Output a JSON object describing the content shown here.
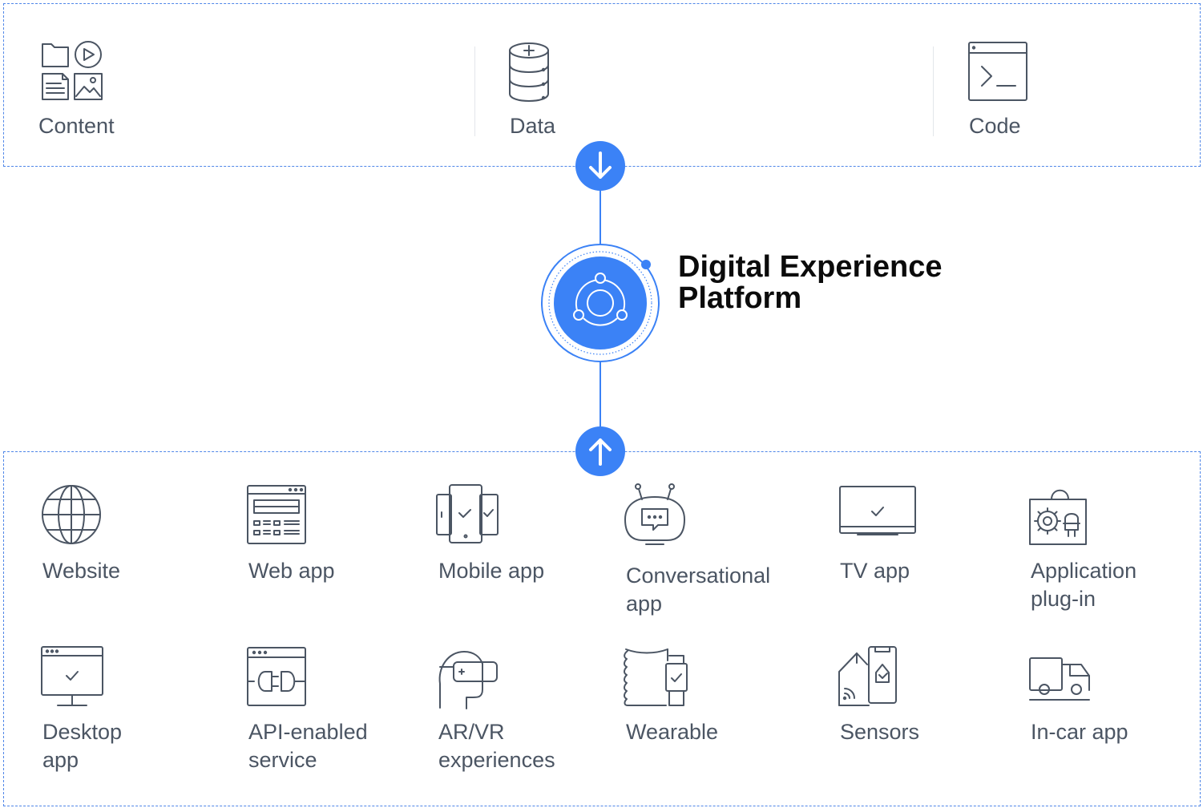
{
  "sources": [
    {
      "id": "content",
      "label": "Content",
      "icon": "content-files-icon"
    },
    {
      "id": "data",
      "label": "Data",
      "icon": "database-icon"
    },
    {
      "id": "code",
      "label": "Code",
      "icon": "terminal-code-icon"
    }
  ],
  "platform": {
    "title_line1": "Digital Experience",
    "title_line2": "Platform",
    "icon": "platform-hub-icon"
  },
  "arrows": {
    "down": "arrow-down-icon",
    "up": "arrow-up-icon"
  },
  "channels": [
    {
      "id": "website",
      "line1": "Website",
      "line2": "",
      "icon": "globe-icon"
    },
    {
      "id": "web-app",
      "line1": "Web app",
      "line2": "",
      "icon": "browser-window-icon"
    },
    {
      "id": "mobile-app",
      "line1": "Mobile app",
      "line2": "",
      "icon": "mobile-devices-icon"
    },
    {
      "id": "conversational-app",
      "line1": "Conversational",
      "line2": "app",
      "icon": "chat-bot-icon"
    },
    {
      "id": "tv-app",
      "line1": "TV app",
      "line2": "",
      "icon": "tv-icon"
    },
    {
      "id": "application-plug-in",
      "line1": "Application",
      "line2": "plug-in",
      "icon": "plugin-bag-icon"
    },
    {
      "id": "desktop-app",
      "line1": "Desktop",
      "line2": "app",
      "icon": "desktop-monitor-icon"
    },
    {
      "id": "api-enabled-service",
      "line1": "API-enabled",
      "line2": "service",
      "icon": "api-plug-icon"
    },
    {
      "id": "ar-vr-experiences",
      "line1": "AR/VR",
      "line2": "experiences",
      "icon": "vr-headset-icon"
    },
    {
      "id": "wearable",
      "line1": "Wearable",
      "line2": "",
      "icon": "smartwatch-icon"
    },
    {
      "id": "sensors",
      "line1": "Sensors",
      "line2": "",
      "icon": "sensor-house-icon"
    },
    {
      "id": "in-car-app",
      "line1": "In-car app",
      "line2": "",
      "icon": "delivery-truck-icon"
    }
  ],
  "colors": {
    "accent": "#3b82f6",
    "border": "#4f86e8",
    "text": "#4b5563",
    "title": "#0b0b0b"
  }
}
